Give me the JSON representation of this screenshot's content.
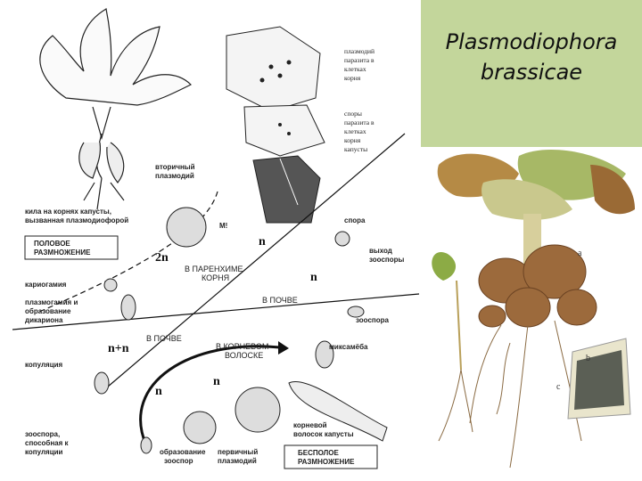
{
  "title": {
    "line1": "Plasmodiophora",
    "line2": "brassicae"
  },
  "diagram": {
    "legend_top": [
      "плазмодий",
      "паразита в",
      "клетках",
      "корня"
    ],
    "legend_spores": [
      "споры",
      "паразита в",
      "клетках",
      "корня",
      "капусты"
    ],
    "secondary_plasmodium": [
      "вторичный",
      "плазмодий"
    ],
    "kila": [
      "кила на корнях капусты,",
      "вызванная плазмодиофорой"
    ],
    "sexual_box": [
      "ПОЛОВОЕ",
      "РАЗМНОЖЕНИЕ"
    ],
    "asexual_box": [
      "БЕСПОЛОЕ",
      "РАЗМНОЖЕНИЕ"
    ],
    "ploidy_2n": "2n",
    "ploidy_n1": "n",
    "ploidy_n2": "n",
    "ploidy_n3": "n",
    "ploidy_n4": "n",
    "ploidy_nn": "n+n",
    "m_mark": "M!",
    "parenchyma": [
      "В ПАРЕНХИМЕ",
      "КОРНЯ"
    ],
    "soil_top": "В ПОЧВЕ",
    "soil_left": "В ПОЧВЕ",
    "root_hair": [
      "В КОРНЕВОМ",
      "ВОЛОСКЕ"
    ],
    "spora": "спора",
    "zoospore_exit": [
      "выход",
      "зооспоры"
    ],
    "zoospore": "зооспора",
    "myxamoeba": "миксамёба",
    "root_hair_cabbage": [
      "корневой",
      "волосок капусты"
    ],
    "primary_plasmodium": [
      "первичный",
      "плазмодий"
    ],
    "zoospore_formation": [
      "образование",
      "зооспор"
    ],
    "zoospore_copulation": [
      "зооспора,",
      "способная к",
      "копуляции"
    ],
    "copulation": "копуляция",
    "karyogamy": "кариогамия",
    "plasmogamy": [
      "плазмогамия и",
      "образование",
      "дикариона"
    ]
  },
  "photo_labels": {
    "a": "a",
    "b": "b",
    "c": "c"
  }
}
